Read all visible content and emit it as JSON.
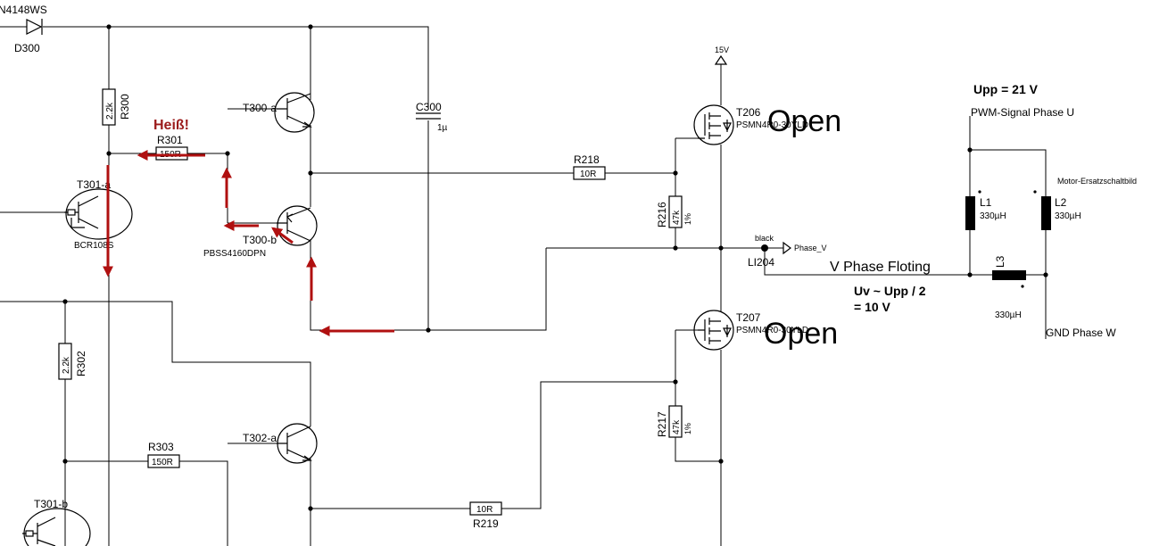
{
  "components": {
    "d300": {
      "name": "D300",
      "part": "N4148WS"
    },
    "r300": {
      "name": "R300",
      "value": "2.2k"
    },
    "r301": {
      "name": "R301",
      "value": "150R"
    },
    "r302": {
      "name": "R302",
      "value": "2.2k"
    },
    "r303": {
      "name": "R303",
      "value": "150R"
    },
    "r216": {
      "name": "R216",
      "value": "47k",
      "tol": "1%"
    },
    "r217": {
      "name": "R217",
      "value": "47k",
      "tol": "1%"
    },
    "r218": {
      "name": "R218",
      "value": "10R"
    },
    "r219": {
      "name": "R219",
      "value": "10R"
    },
    "c300": {
      "name": "C300",
      "value": "1µ"
    },
    "t300a": {
      "name": "T300-a"
    },
    "t300b": {
      "name": "T300-b",
      "part": "PBSS4160DPN"
    },
    "t301a": {
      "name": "T301-a",
      "part": "BCR108S"
    },
    "t301b": {
      "name": "T301-b"
    },
    "t302a": {
      "name": "T302-a"
    },
    "t206": {
      "name": "T206",
      "part": "PSMN4R0-30YLD"
    },
    "t207": {
      "name": "T207",
      "part": "PSMN4R0-30YLD"
    },
    "l1": {
      "name": "L1",
      "value": "330µH"
    },
    "l2": {
      "name": "L2",
      "value": "330µH"
    },
    "l3": {
      "name": "L3",
      "value": "330µH"
    },
    "li204": {
      "name": "LI204",
      "net": "black"
    }
  },
  "nets": {
    "supply": "15V",
    "phase_v": "Phase_V"
  },
  "annotations": {
    "hot": "Heiß!",
    "open_top": "Open",
    "open_bottom": "Open",
    "upp": "Upp = 21 V",
    "pwm": "PWM-Signal Phase U",
    "motor": "Motor-Ersatzschaltbild",
    "floating": "V Phase Floting",
    "uv_line1": "Uv ~ Upp / 2",
    "uv_line2": "= 10 V",
    "gnd_w": "GND Phase W"
  }
}
